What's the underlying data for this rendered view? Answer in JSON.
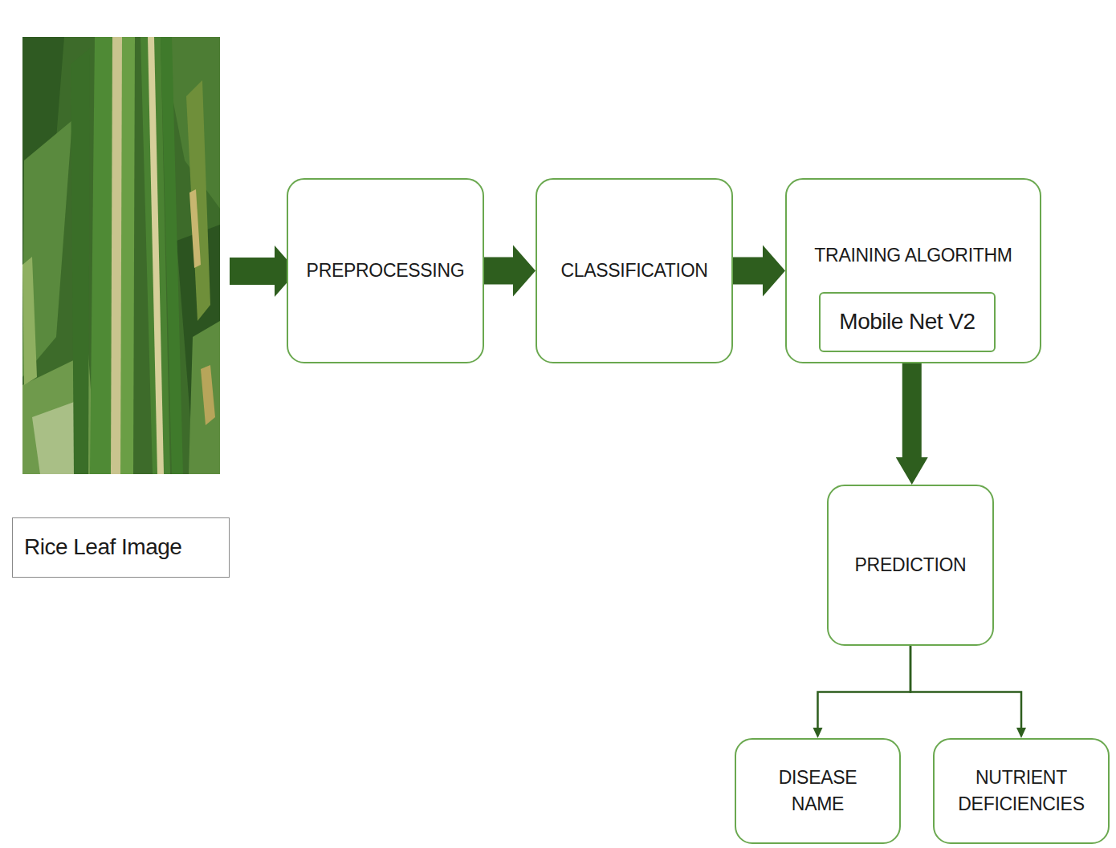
{
  "diagram": {
    "nodes": [
      {
        "text": [
          "Rice Leaf Image"
        ]
      },
      {
        "text": [
          "PREPROCESSING"
        ]
      },
      {
        "text": [
          "CLASSIFICATION"
        ]
      },
      {
        "text": [
          "TRAINING ALGORITHM"
        ]
      },
      {
        "text": [
          "Mobile Net V2"
        ],
        "in": 3
      },
      {
        "text": [
          "PREDICTION"
        ]
      },
      {
        "text": [
          "DISEASE NAME"
        ]
      },
      {
        "text": [
          "NUTRIENT DEFICIENCIES"
        ]
      }
    ],
    "edges": [
      {
        "from": 1,
        "to": 2,
        "arrow": "to"
      },
      {
        "from": 2,
        "to": 3,
        "arrow": "to"
      },
      {
        "from": 3,
        "to": 5,
        "arrow": "to"
      },
      {
        "from": 5,
        "to": 6,
        "arrow": "to"
      },
      {
        "from": 5,
        "to": 7,
        "arrow": "to"
      }
    ]
  }
}
